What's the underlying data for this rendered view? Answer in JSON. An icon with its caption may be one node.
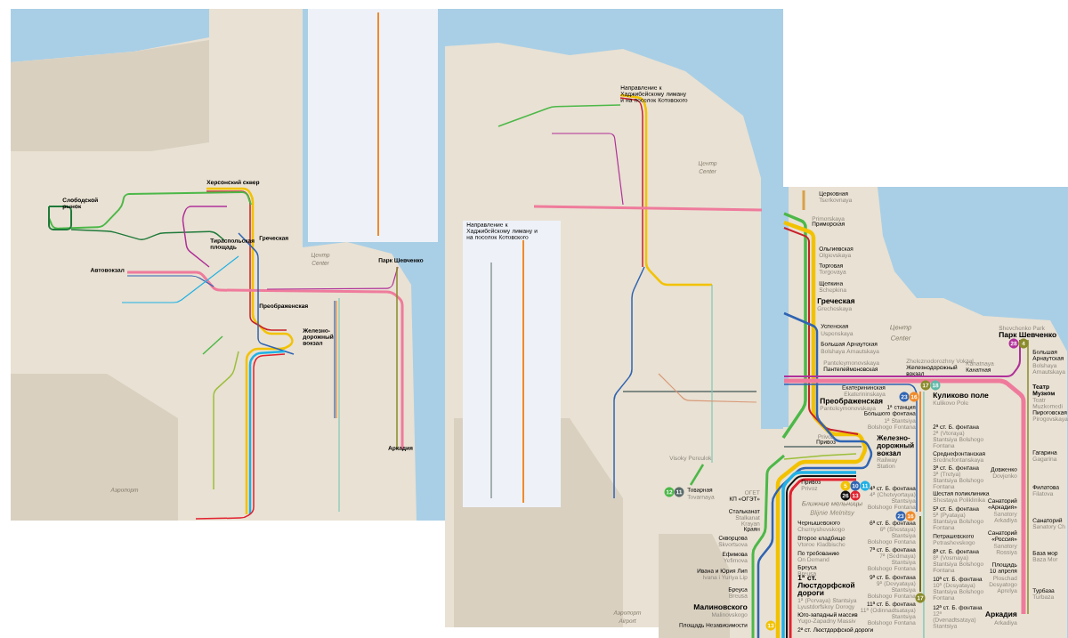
{
  "diagram": {
    "labels": [
      "Церковная",
      "Tserkovnaya",
      "Primorskaya",
      "Приморская",
      "Ольгиевская",
      "Olgievskaya",
      "Торговая",
      "Torgovaya",
      "Щепкина",
      "Schepkina",
      "Греческая",
      "Grecheskaya",
      "Успенская",
      "Uspenskaya",
      "Большая Арнаутская",
      "Bolshaya Arnautskaya",
      "Центр",
      "Center",
      "Shevchenko Park",
      "Парк Шевченко",
      "28",
      "4",
      "Большая Арнаутская",
      "Bolshaya Arnautskaya",
      "Panteleymonovskaya",
      "Пантелеймоновская",
      "Zheleznodorozhny Vokzal",
      "Железнодорожный вокзал",
      "Kanatnaya",
      "Канатная",
      "Екатерининская",
      "Ekaterininskaya",
      "17",
      "18",
      "Преображенская",
      "Panteleymonovskaya",
      "23",
      "16",
      "Куликово поле",
      "Kulikovo Pole",
      "Театр Музком",
      "Teatr Muzkomedi",
      "1ª станция Большого фонтана",
      "1ª Stantsiya Bolshogo Fontana",
      "Пироговская",
      "Pirogovskaya",
      "2ª ст. Б. фонтана",
      "2ª (Vtoraya) Stantsiya Bolshogo Fontana",
      "Privoz",
      "Привоз",
      "Железно-дорожный вокзал",
      "Railway Station",
      "Среднефонтанская",
      "Srednefontanskaya",
      "Гагарина",
      "Gagarina",
      "3ª ст. Б. фонтана",
      "3ª (Tretya) Stantsiya Bolshogo Fontana",
      "Довженко",
      "Dovjenko",
      "Шестая поликлиника",
      "Shestaya Poliklinika",
      "Привоз",
      "Privoz",
      "5",
      "10",
      "11",
      "26",
      "13",
      "Филатова",
      "Filatova",
      "4ª ст. Б. фонтана",
      "4ª (Chetvyortaya) Stantsiya Bolshogo Fontana",
      "5ª ст. Б. фонтана",
      "5ª (Pyataya) Stantsiya Bolshogo Fontana",
      "Санаторий «Аркадия»",
      "Sanatory Arkadiya",
      "Санаторий",
      "Sanatory Ch",
      "23",
      "16",
      "6ª ст. Б. фонтана",
      "6ª (Shestaya) Stantsiya Bolshogo Fontana",
      "Чернышевского",
      "Chernyshevskogo",
      "Петрашевского",
      "Petrashevskogo",
      "Ближние мельницы",
      "Blijnie Melnitsy",
      "Второе кладбище",
      "Vtoroe Kladbische",
      "Санаторий «Россия»",
      "Sanatory Rossiya",
      "7ª ст. Б. фонтана",
      "7ª (Sedmaya) Stantsiya Bolshogo Fontana",
      "По требованию",
      "On Demand",
      "8ª ст. Б. фонтана",
      "8ª (Vosmaya) Stantsiya Bolshogo Fontana",
      "База мор",
      "Baza Mor",
      "Бреуса",
      "Breusa",
      "9ª ст. Б. фонтана",
      "9ª (Devyataya) Stantsiya Bolshogo Fontana",
      "Площадь 10 апреля",
      "Ploschad Desyatogo Aprelya",
      "10ª ст. Б. фонтана",
      "10ª (Desyataya) Stantsiya Bolshogo Fontana",
      "1ª ст. Люстдорфской дороги",
      "1ª (Pervaya) Stantsiya Lyustdorfskoy Dorogy",
      "17",
      "Турбаза",
      "Turbaza",
      "11ª ст. Б. фонтана",
      "11ª (Odinnadtsataya) Stantsiya Bolshogo Fontana",
      "Юго-западный массив",
      "Yugo-Zapadny Massiv",
      "Аркадия",
      "Arkadiya",
      "12ª ст. Б. фонтана",
      "12ª (Dvenadtsataya) Stantsiya",
      "2ª ст. Люстдорфской дороги",
      "Visoky Pereulok",
      "12",
      "11",
      "Товарная",
      "Tovarnaya",
      "ОГЕТ",
      "КП «ОГЭТ»",
      "Стальканат",
      "Stalkanat",
      "Krayan",
      "Краян",
      "Скворцова",
      "Skvortsova",
      "Ефимова",
      "Yefimova",
      "Ивана и Юрия Лип",
      "Ivana i Yuriya Lip",
      "Бреуса",
      "Breusa",
      "Малиновского",
      "Malinovskogo",
      "Площадь Независимости",
      "13",
      "Аэропорт",
      "Airport",
      "Херсонский сквер",
      "Слободской рынок",
      "Автовокзал",
      "Тираспольская площадь",
      "Греческая",
      "Преображенская",
      "Железно-дорожный вокзал",
      "Парк Шевченко",
      "Центр",
      "Center",
      "Аркадия",
      "Аэропорт",
      "Центр",
      "Center",
      "Направление к Хаджибейскому лиману и на поселок Котовского",
      "Направление к Хаджибейскому лиману и на поселок Котовского"
    ]
  }
}
